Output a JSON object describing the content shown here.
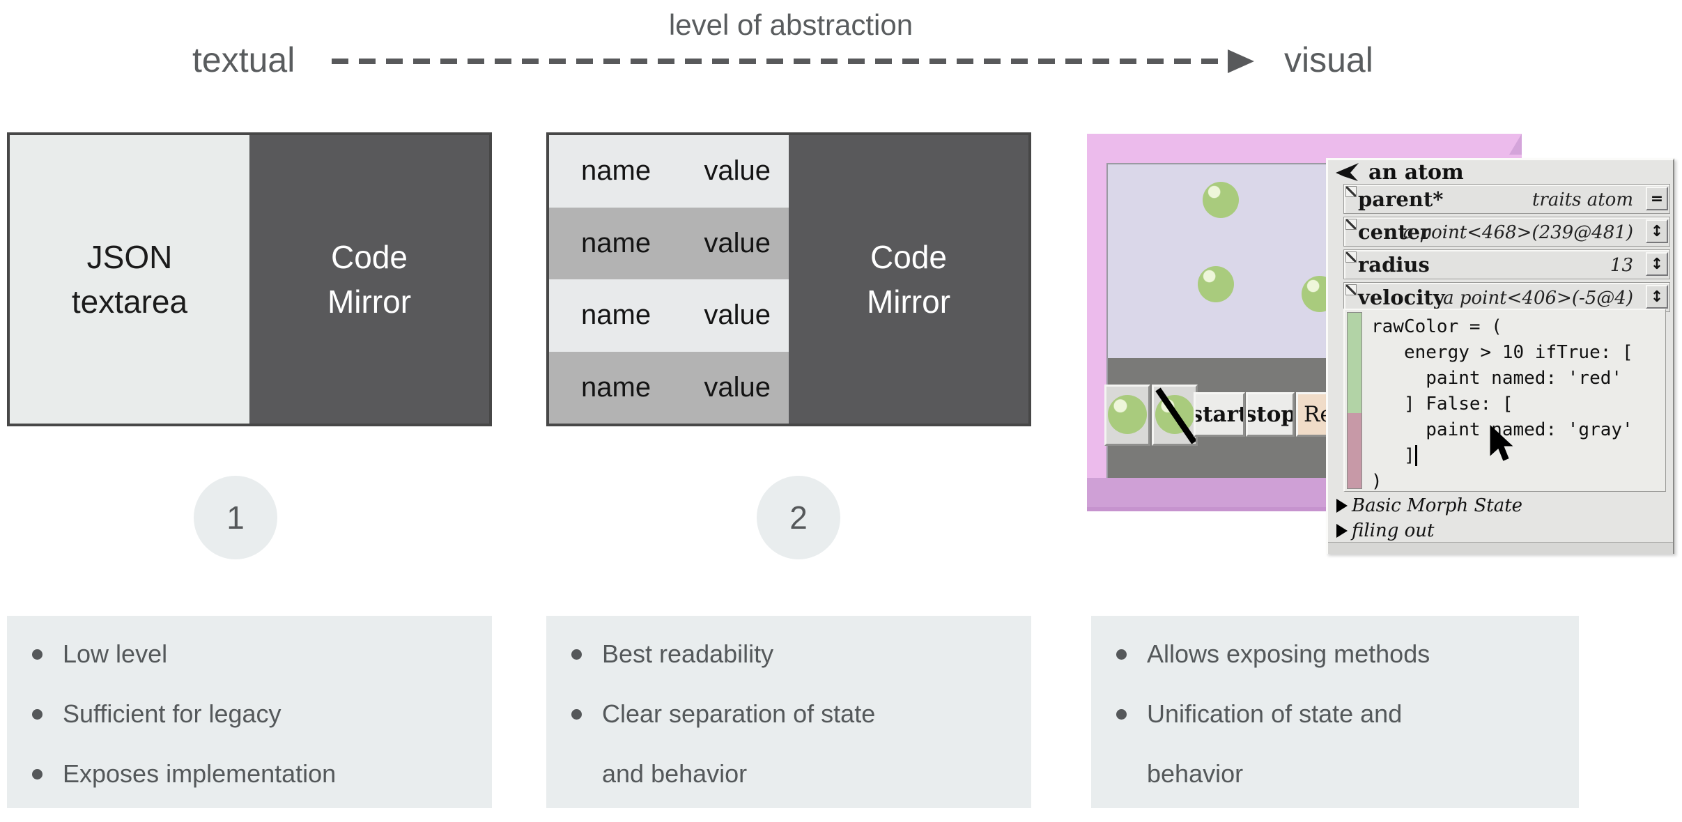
{
  "header": {
    "left_label": "textual",
    "axis_label": "level of abstraction",
    "right_label": "visual"
  },
  "columns": [
    {
      "number": "1",
      "box": {
        "left_lines": [
          "JSON",
          "textarea"
        ],
        "right_lines": [
          "Code",
          "Mirror"
        ]
      },
      "bullets": [
        {
          "lines": [
            "Low level"
          ]
        },
        {
          "lines": [
            "Sufficient for legacy"
          ]
        },
        {
          "lines": [
            "Exposes implementation"
          ]
        }
      ]
    },
    {
      "number": "2",
      "table": {
        "rows": [
          {
            "name": "name",
            "value": "value"
          },
          {
            "name": "name",
            "value": "value"
          },
          {
            "name": "name",
            "value": "value"
          },
          {
            "name": "name",
            "value": "value"
          }
        ]
      },
      "box": {
        "right_lines": [
          "Code",
          "Mirror"
        ]
      },
      "bullets": [
        {
          "lines": [
            "Best readability"
          ]
        },
        {
          "lines": [
            "Clear separation of state",
            "and behavior"
          ]
        }
      ]
    },
    {
      "bullets": [
        {
          "lines": [
            "Allows exposing methods"
          ]
        },
        {
          "lines": [
            "Unification of state and",
            "behavior"
          ]
        }
      ],
      "screenshot": {
        "sim_buttons": {
          "start": "start",
          "stop": "stop",
          "resize": "Resi"
        },
        "inspector": {
          "title": "an atom",
          "rows": [
            {
              "label": "parent*",
              "value": "traits atom",
              "button": "="
            },
            {
              "label": "center",
              "value": "a point<468>(239@481)",
              "button": "↕"
            },
            {
              "label": "radius",
              "value": "13",
              "button": "↕"
            },
            {
              "label": "velocity",
              "value": "a point<406>(-5@4)",
              "button": "↕"
            }
          ],
          "code_lines": [
            "rawColor = (",
            "   energy > 10 ifTrue: [",
            "     paint named: 'red'",
            "   ] False: [",
            "     paint named: 'gray'",
            "   ]",
            ")"
          ],
          "collapsed_sections": [
            "Basic Morph State",
            "filing out"
          ]
        }
      }
    }
  ],
  "colors": {
    "diagram_text": "#595c5e",
    "dark_box": "#59595b",
    "light_box": "#e9eceb",
    "row_dark": "#b3b3b3",
    "panel_bg": "#e9edee",
    "pink_window": "#ecbbec",
    "lavender_sim": "#dad7e9",
    "atom_green": "#a9cb7d",
    "scrollbar_green": "#b2d3a6",
    "scrollbar_pink": "#c799a7"
  }
}
